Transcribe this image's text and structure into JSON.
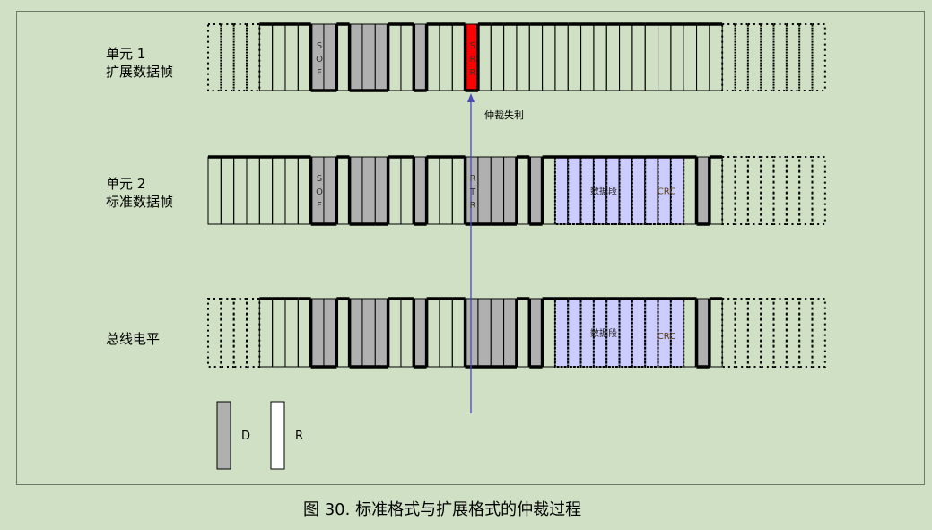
{
  "rows": [
    {
      "label_line1": "单元 1",
      "label_line2": "扩展数据帧",
      "field_sof": "SOF",
      "field_marker": "SRR"
    },
    {
      "label_line1": "单元 2",
      "label_line2": "标准数据帧",
      "field_sof": "SOF",
      "field_marker": "RTR",
      "data_field": "数据段",
      "crc_field": "CRC"
    },
    {
      "label_line1": "总线电平",
      "label_line2": "",
      "data_field": "数据段",
      "crc_field": "CRC"
    }
  ],
  "arbitration_lost_label": "仲裁失利",
  "legend": {
    "dominant": "D",
    "recessive": "R"
  },
  "caption": "图 30.   标准格式与扩展格式的仲裁过程",
  "colors": {
    "background": "#d0e0c4",
    "dominant": "#b0b0b0",
    "srr": "#ff0000",
    "data": "#ccccff",
    "arrow": "#4a4ab8"
  }
}
